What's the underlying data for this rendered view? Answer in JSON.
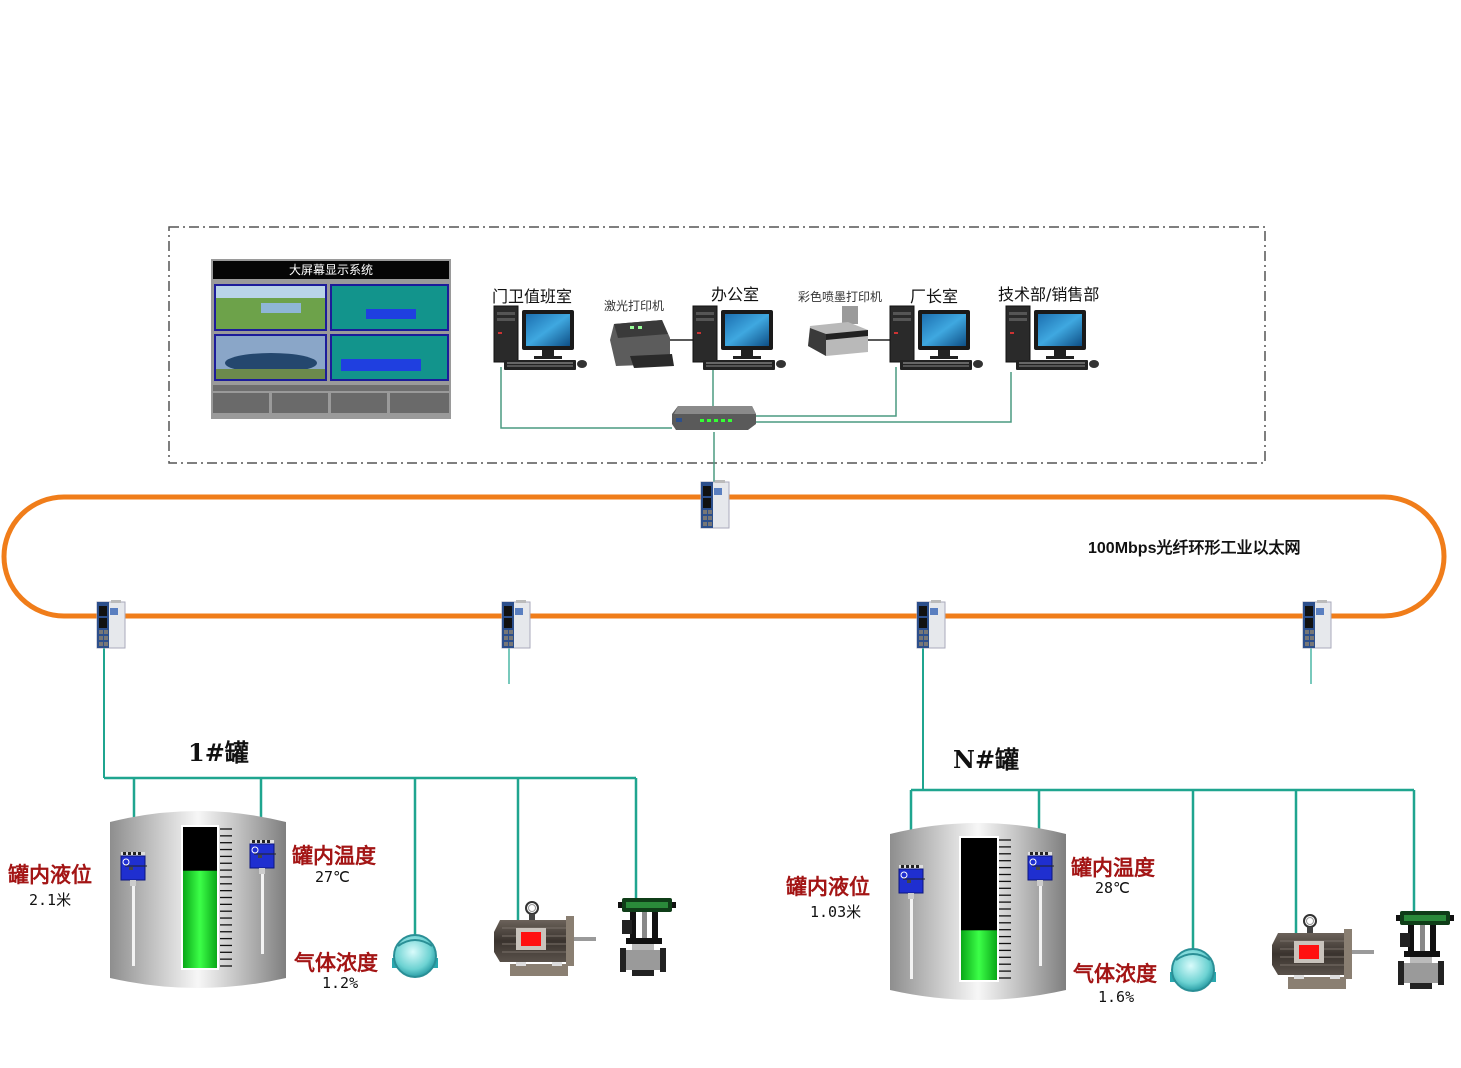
{
  "title": "Tank farm monitoring network topology",
  "colors": {
    "ring": "#f07d1a",
    "link": "#1fa58f",
    "office_link": "#4a9a80",
    "label_red": "#a31515",
    "level_fill": "#18e028",
    "level_empty": "#000000"
  },
  "office": {
    "big_screen_title": "大屏幕显示系统",
    "stations": [
      {
        "label": "门卫值班室",
        "device": "pc"
      },
      {
        "label": "激光打印机",
        "device": "laser-printer"
      },
      {
        "label": "办公室",
        "device": "pc"
      },
      {
        "label": "彩色喷墨打印机",
        "device": "inkjet-printer"
      },
      {
        "label": "厂长室",
        "device": "pc"
      },
      {
        "label": "技术部/销售部",
        "device": "pc"
      }
    ]
  },
  "network": {
    "label": "100Mbps光纤环形工业以太网",
    "switch_count": 5
  },
  "tanks": [
    {
      "title": "1#罐",
      "level_label": "罐内液位",
      "level_value": "2.1米",
      "level_fraction": 0.69,
      "temp_label": "罐内温度",
      "temp_value": "27℃",
      "gas_label": "气体浓度",
      "gas_value": "1.2%"
    },
    {
      "title": "N#罐",
      "level_label": "罐内液位",
      "level_value": "1.03米",
      "level_fraction": 0.35,
      "temp_label": "罐内温度",
      "temp_value": "28℃",
      "gas_label": "气体浓度",
      "gas_value": "1.6%"
    }
  ]
}
